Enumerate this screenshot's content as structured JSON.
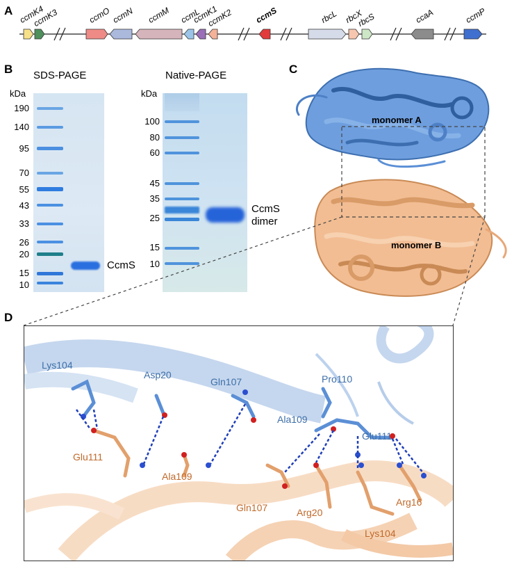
{
  "panels": {
    "a": "A",
    "b": "B",
    "c": "C",
    "d": "D"
  },
  "genes": [
    {
      "label": "ccmK4",
      "bold": false
    },
    {
      "label": "ccmK3",
      "bold": false
    },
    {
      "label": "ccmO",
      "bold": false
    },
    {
      "label": "ccmN",
      "bold": false
    },
    {
      "label": "ccmM",
      "bold": false
    },
    {
      "label": "ccmL",
      "bold": false
    },
    {
      "label": "ccmK1",
      "bold": false
    },
    {
      "label": "ccmK2",
      "bold": false
    },
    {
      "label": "ccmS",
      "bold": true
    },
    {
      "label": "rbcL",
      "bold": false
    },
    {
      "label": "rbcX",
      "bold": false
    },
    {
      "label": "rbcS",
      "bold": false
    },
    {
      "label": "ccaA",
      "bold": false
    },
    {
      "label": "ccmP",
      "bold": false
    }
  ],
  "gene_colors": {
    "ccmK4": "#f7e08a",
    "ccmK3": "#4e8f5c",
    "ccmO": "#ee8b86",
    "ccmN": "#aab9dc",
    "ccmM": "#d6b4bb",
    "ccmL": "#9cc4e8",
    "ccmK1": "#9a6fb8",
    "ccmK2": "#f4b299",
    "ccmS": "#e23b3b",
    "rbcL": "#d5dbe8",
    "rbcX": "#f6c6ae",
    "rbcS": "#cde6c6",
    "ccaA": "#8c8c8c",
    "ccmP": "#3f6fcf"
  },
  "sds_page": {
    "title": "SDS-PAGE",
    "kda_label": "kDa",
    "ladder": [
      "190",
      "140",
      "95",
      "70",
      "55",
      "43",
      "33",
      "26",
      "20",
      "15",
      "10"
    ],
    "band_label": "CcmS"
  },
  "native_page": {
    "title": "Native-PAGE",
    "kda_label": "kDa",
    "ladder": [
      "100",
      "80",
      "60",
      "45",
      "35",
      "25",
      "15",
      "10"
    ],
    "band_label_line1": "CcmS",
    "band_label_line2": "dimer"
  },
  "structure": {
    "monomer_a": "monomer A",
    "monomer_b": "monomer B",
    "color_a": "#5b8fd6",
    "color_b": "#f0b488"
  },
  "interface": {
    "residues_a": [
      "Lys104",
      "Asp20",
      "Gln107",
      "Pro110",
      "Ala109",
      "Glu111"
    ],
    "residues_b": [
      "Glu111",
      "Ala109",
      "Gln107",
      "Arg20",
      "Lys104",
      "Arg16"
    ]
  }
}
